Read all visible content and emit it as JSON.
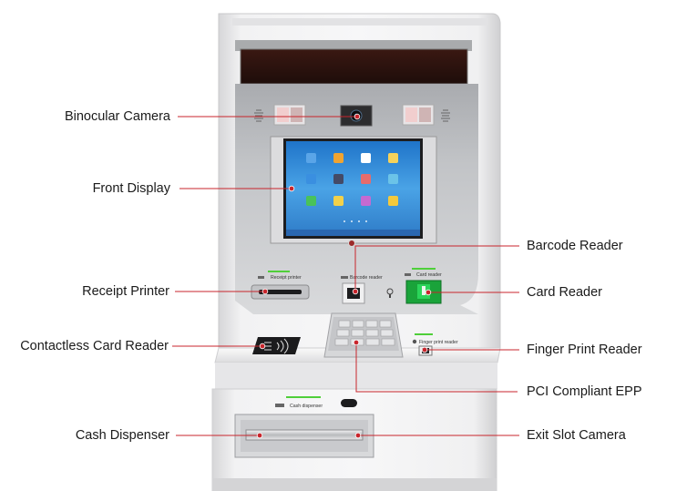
{
  "callouts": {
    "binocular_camera": "Binocular Camera",
    "front_display": "Front Display",
    "receipt_printer": "Receipt Printer",
    "contactless_card_reader": "Contactless Card Reader",
    "cash_dispenser": "Cash Dispenser",
    "barcode_reader": "Barcode Reader",
    "card_reader": "Card Reader",
    "finger_print_reader": "Finger Print Reader",
    "pci_compliant_epp": "PCI Compliant EPP",
    "exit_slot_camera": "Exit Slot Camera"
  },
  "panel_labels": {
    "receipt_printer": "Receipt printer",
    "barcode_reader": "Barcode reader",
    "card_reader": "Card reader",
    "finger_print_reader": "Finger print reader",
    "cash_dispenser": "Cash dispenser"
  },
  "colors": {
    "leader_line": "#c8252c",
    "callout_dot": "#c8252c",
    "machine_body": "#e9e9ea",
    "fascia": "#bdbfc2",
    "screen": "#3a8ed6",
    "indicator_green": "#4fcf3a"
  }
}
